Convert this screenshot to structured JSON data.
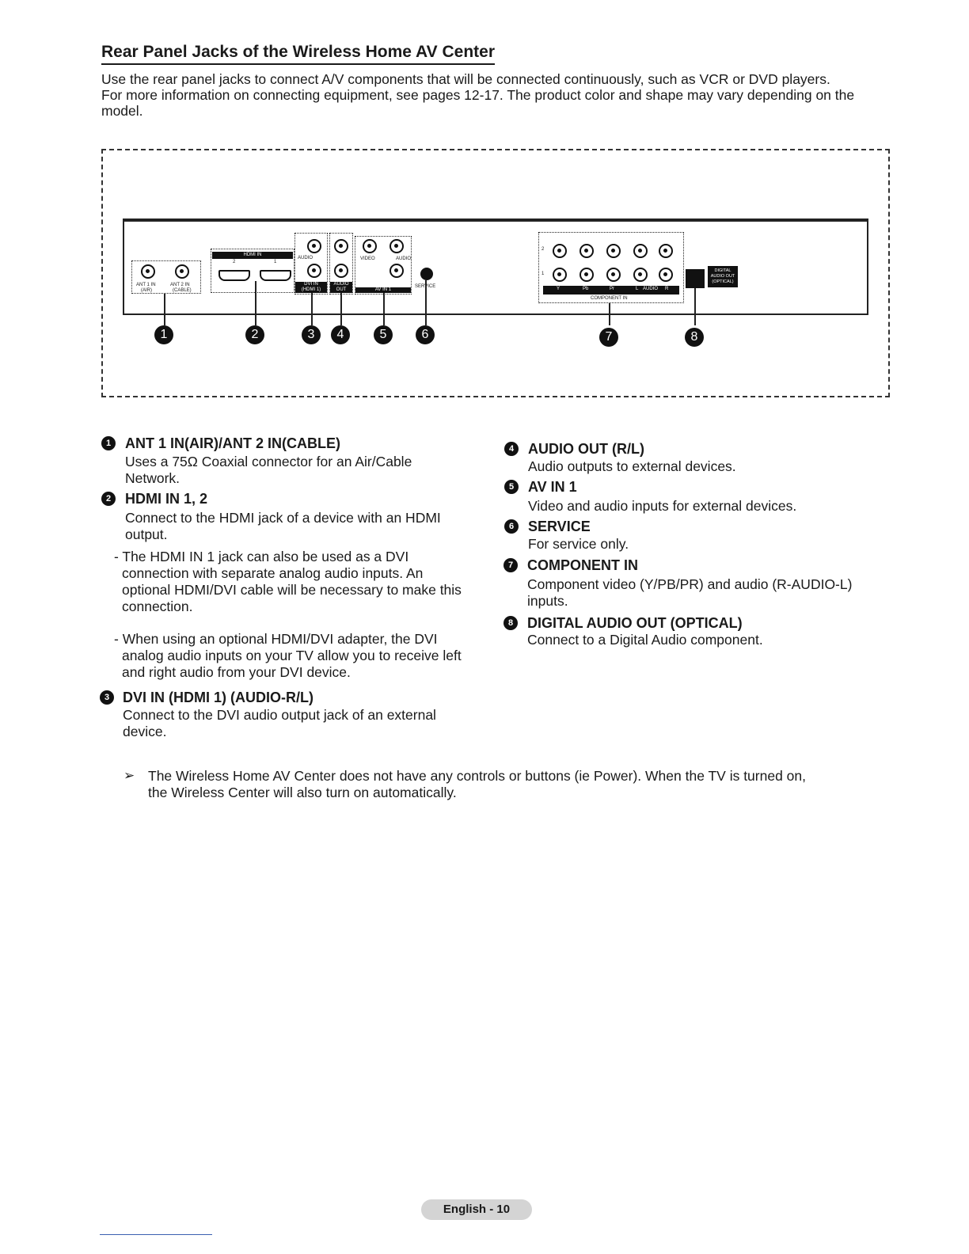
{
  "title": "Rear Panel Jacks of the Wireless Home AV Center",
  "intro_lines": [
    "Use the rear panel jacks to connect A/V components that will be connected continuously, such as VCR or DVD players.",
    "For more information on connecting equipment, see pages 12-17. The product color and shape may vary depending on the",
    "model."
  ],
  "diagram": {
    "labels": {
      "ant1": "ANT 1 IN",
      "ant1_sub": "(AIR)",
      "ant2": "ANT 2 IN",
      "ant2_sub": "(CABLE)",
      "hdmi_in": "HDMI IN",
      "hdmi_2": "2",
      "hdmi_1": "1",
      "audio": "AUDIO",
      "dvi_in": "DVI IN",
      "dvi_sub": "(HDMI 1)",
      "audio_out": "AUDIO",
      "audio_out_sub": "OUT",
      "video": "VIDEO",
      "audio_av": "AUDIO",
      "av_in1": "AV IN 1",
      "service": "SERVICE",
      "comp_row2": "2",
      "comp_row1": "1",
      "comp_y": "Y",
      "comp_pb": "Pb",
      "comp_pr": "Pr",
      "comp_l": "L",
      "comp_audio": "AUDIO",
      "comp_r": "R",
      "component_in": "COMPONENT IN",
      "digital": "DIGITAL",
      "audio_out2": "AUDIO OUT",
      "optical": "(OPTICAL)"
    },
    "badges": [
      "1",
      "2",
      "3",
      "4",
      "5",
      "6",
      "7",
      "8"
    ]
  },
  "left_items": [
    {
      "marker": "1",
      "head": "ANT 1 IN(AIR)/ANT 2 IN(CABLE)",
      "desc": [
        "Uses a 75Ω Coaxial connector for an Air/Cable",
        "Network."
      ]
    },
    {
      "marker": "2",
      "head": "HDMI IN 1, 2",
      "desc": [
        "Connect to the HDMI jack of a device with an HDMI",
        "output."
      ]
    }
  ],
  "hdmi_notes": [
    [
      "- The HDMI IN 1 jack can also be used as a DVI",
      "connection with separate analog audio inputs. An",
      "optional HDMI/DVI cable will be necessary to make this",
      "connection."
    ],
    [
      "- When using an optional HDMI/DVI adapter, the DVI",
      "analog audio inputs on your TV allow you to receive left",
      "and right audio from your DVI device."
    ]
  ],
  "item3": {
    "marker": "3",
    "head": "DVI IN (HDMI 1) (AUDIO-R/L)",
    "desc": [
      "Connect to the DVI audio output jack of an external",
      "device."
    ]
  },
  "right_items": [
    {
      "marker": "4",
      "head": "AUDIO OUT (R/L)",
      "desc": [
        "Audio outputs to external devices."
      ]
    },
    {
      "marker": "5",
      "head": "AV IN 1",
      "desc": [
        "Video and audio inputs for external devices."
      ]
    },
    {
      "marker": "6",
      "head": "SERVICE",
      "desc": [
        "For service only."
      ]
    },
    {
      "marker": "7",
      "head": "COMPONENT IN",
      "desc": [
        "Component video (Y/PB/PR) and audio (R-AUDIO-L)",
        "inputs."
      ]
    },
    {
      "marker": "8",
      "head": "DIGITAL AUDIO OUT (OPTICAL)",
      "desc": [
        "Connect to a Digital Audio component."
      ]
    }
  ],
  "note": {
    "arrow": "➢",
    "lines": [
      "The Wireless Home AV Center does not have any controls or buttons (ie Power). When the TV is turned on,",
      "the Wireless Center will also turn on automatically."
    ]
  },
  "footer": "English - 10"
}
